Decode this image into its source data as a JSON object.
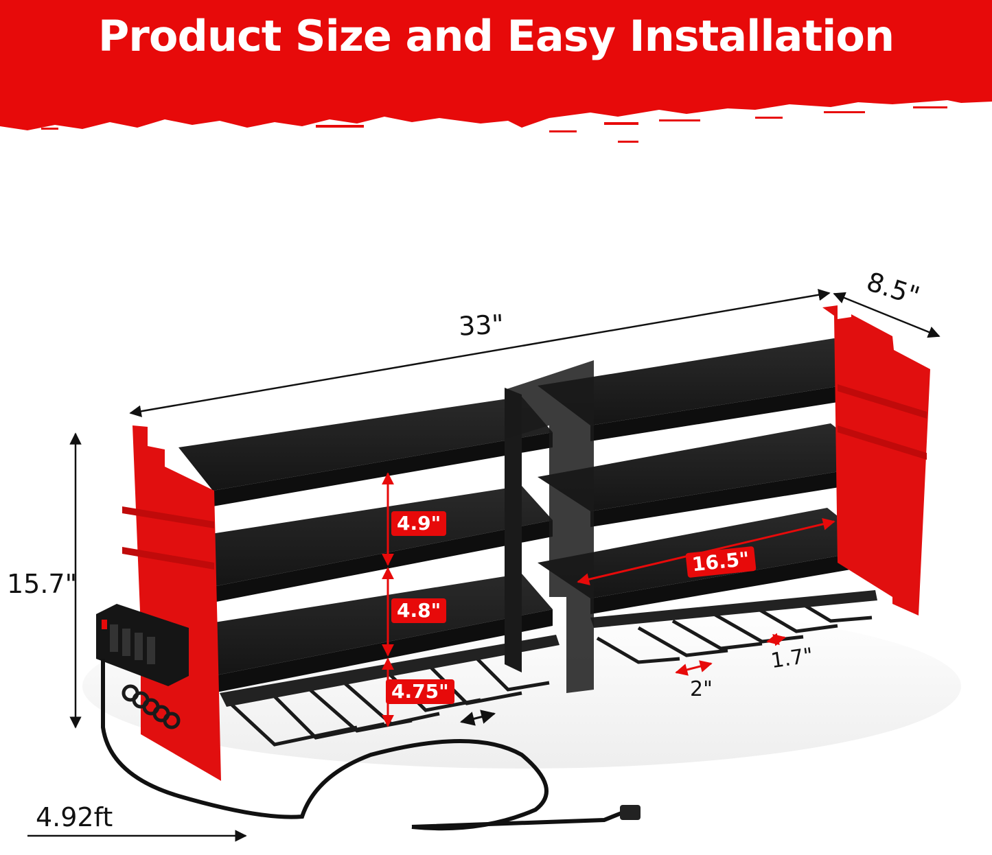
{
  "banner": {
    "title": "Product Size and Easy Installation",
    "background_color": "#e70a0a",
    "text_color": "#ffffff"
  },
  "dimensions": {
    "overall_length": "33\"",
    "depth": "8.5\"",
    "height": "15.7\"",
    "cord_length": "4.92ft",
    "shelf_gap_top": "4.9\"",
    "shelf_gap_middle": "4.8\"",
    "shelf_gap_bottom": "4.75\"",
    "shelf_length": "16.5\"",
    "rail_gap_wide": "2\"",
    "rail_gap_narrow": "1.7\""
  },
  "colors": {
    "panel_red": "#e10f0f",
    "shelf_black": "#1c1c1c",
    "label_red": "#e70a0a",
    "dimension_text": "#111111"
  }
}
